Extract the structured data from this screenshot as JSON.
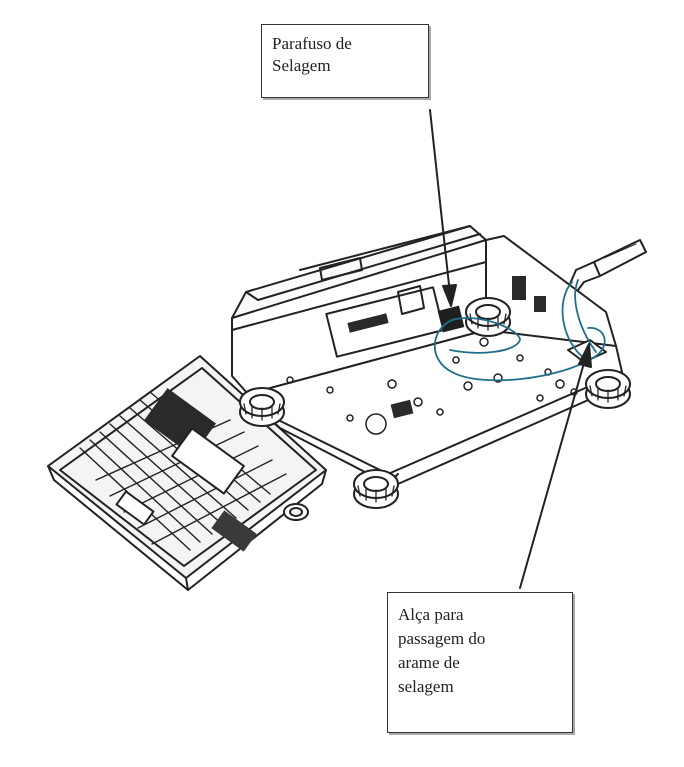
{
  "labels": {
    "sealing_screw": "Parafuso de\nSelagem",
    "wire_loop": "Alça para\npassagem do\narame de\nselagem"
  },
  "icons": {
    "device": "balance-underside-illustration",
    "arrows": "pointer-arrow"
  },
  "colors": {
    "line": "#222222",
    "wire": "#1f6f8b",
    "background": "#ffffff"
  }
}
